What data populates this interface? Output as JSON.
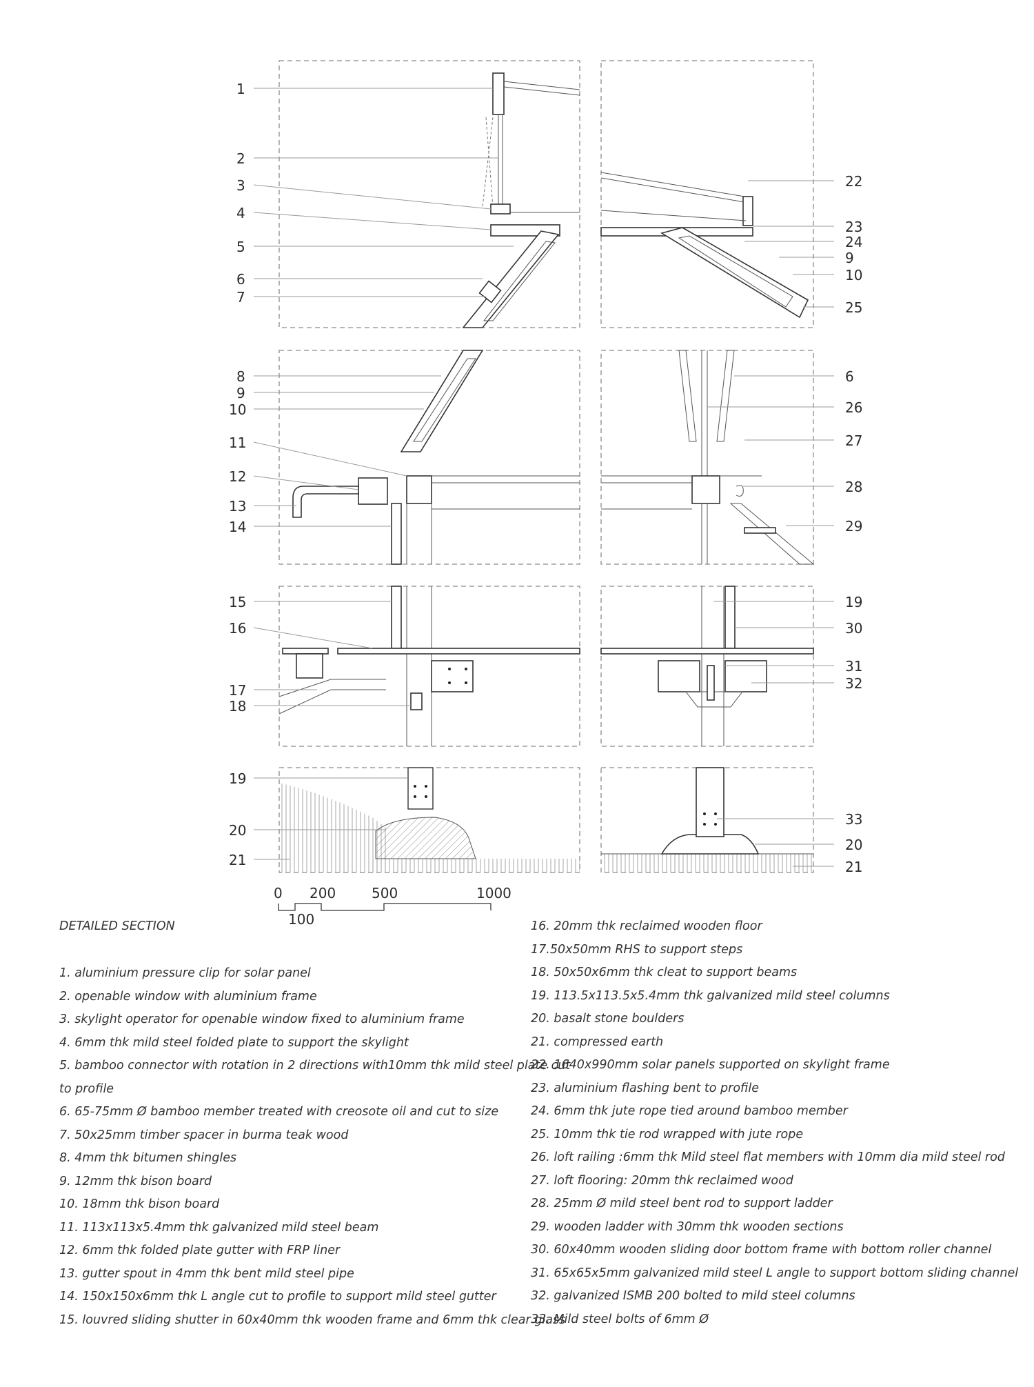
{
  "diagram": {
    "title": "DETAILED SECTION",
    "callouts": {
      "panel_a": [
        "1",
        "2",
        "3",
        "4",
        "5",
        "6",
        "7"
      ],
      "panel_b": [
        "22",
        "23",
        "24",
        "9",
        "10",
        "25"
      ],
      "panel_c": [
        "8",
        "9",
        "10",
        "11",
        "12",
        "13",
        "14"
      ],
      "panel_d": [
        "6",
        "26",
        "27",
        "28",
        "29"
      ],
      "panel_e": [
        "15",
        "16",
        "17",
        "18"
      ],
      "panel_f": [
        "19",
        "30",
        "31",
        "32"
      ],
      "panel_g": [
        "19",
        "20",
        "21"
      ],
      "panel_h": [
        "33",
        "20",
        "21"
      ]
    },
    "scale_bar": {
      "top_labels": [
        "0",
        "200",
        "500",
        "1000"
      ],
      "bottom_label": "100"
    },
    "notes_left": [
      "1. aluminium pressure clip for solar panel",
      "2. openable window with aluminium frame",
      "3. skylight operator for openable window fixed to aluminium frame",
      "4. 6mm thk mild steel folded plate to support the skylight",
      "5. bamboo connector with rotation in 2 directions with10mm thk mild steel plate cut",
      "to profile",
      "6. 65-75mm Ø bamboo member treated with creosote oil and cut to size",
      "7. 50x25mm timber spacer in burma teak wood",
      "8. 4mm thk bitumen shingles",
      "9. 12mm thk bison board",
      "10. 18mm thk bison board",
      "11. 113x113x5.4mm thk galvanized mild steel beam",
      "12. 6mm thk folded plate gutter with FRP liner",
      "13. gutter spout in 4mm thk bent mild steel pipe",
      "14. 150x150x6mm thk L angle cut to profile to support mild steel gutter",
      "15. louvred sliding shutter in 60x40mm thk wooden frame and 6mm thk clear glass"
    ],
    "notes_right": [
      "16. 20mm thk reclaimed wooden floor",
      "17.50x50mm RHS to support steps",
      "18. 50x50x6mm thk cleat to support beams",
      "19. 113.5x113.5x5.4mm thk galvanized mild steel columns",
      "20. basalt stone boulders",
      "21. compressed earth",
      "22. 1640x990mm solar panels supported on skylight frame",
      "23. aluminium flashing bent to profile",
      "24. 6mm thk jute rope tied around bamboo member",
      "25. 10mm thk tie rod wrapped with jute rope",
      "26. loft railing :6mm thk Mild steel flat members with 10mm dia  mild steel rod",
      " 27. loft flooring: 20mm thk reclaimed wood",
      "28. 25mm Ø  mild steel bent rod to support ladder",
      "29. wooden ladder with 30mm thk wooden sections",
      "30. 60x40mm wooden sliding door bottom frame with bottom roller channel",
      "31. 65x65x5mm galvanized mild steel L angle to support bottom sliding channel",
      "32.  galvanized ISMB 200 bolted to mild steel columns",
      "33. Mild steel bolts of 6mm Ø"
    ]
  }
}
